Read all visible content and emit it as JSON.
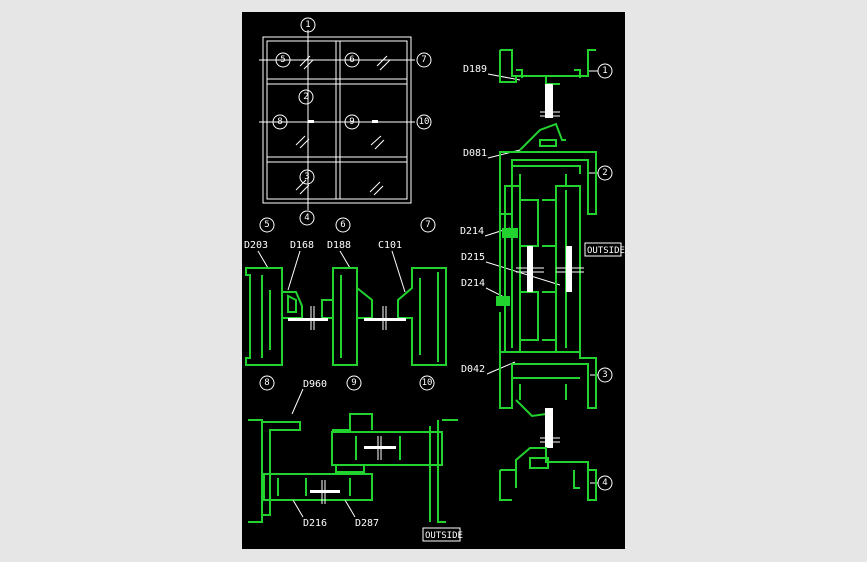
{
  "callouts": {
    "c1": "1",
    "c2": "2",
    "c3": "3",
    "c4": "4",
    "c5": "5",
    "c6": "6",
    "c7": "7",
    "c8": "8",
    "c9": "9",
    "c10": "10"
  },
  "labels": {
    "d189": "D189",
    "d081": "D081",
    "d214a": "D214",
    "d215": "D215",
    "d214b": "D214",
    "d042": "D042",
    "d203": "D203",
    "d168": "D168",
    "d188": "D188",
    "c101": "C101",
    "d960": "D960",
    "d216": "D216",
    "d287": "D287",
    "outside_right": "OUTSIDE",
    "outside_bottom": "OUTSIDE"
  },
  "colors": {
    "background": "#000000",
    "profile": "#22d22e",
    "linework": "#ffffff",
    "outer": "#e6e6e6"
  }
}
